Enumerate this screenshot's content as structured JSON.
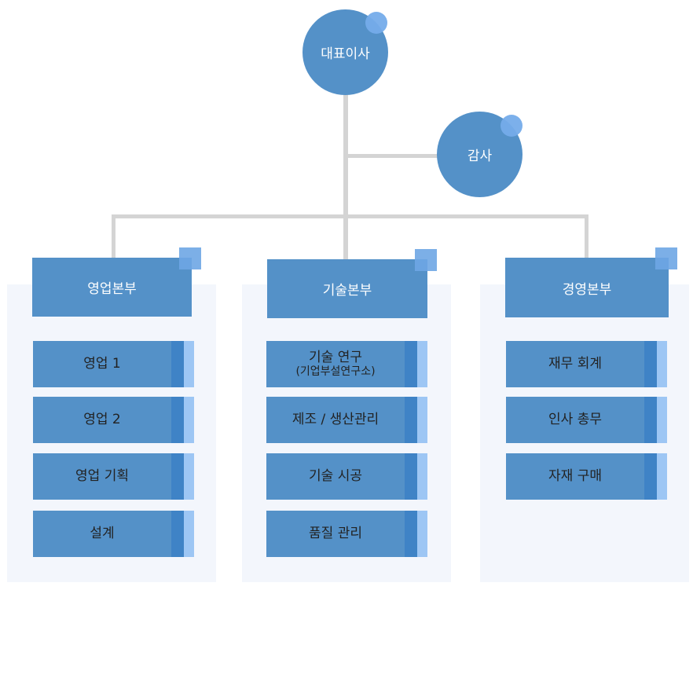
{
  "ceo": {
    "label": "대표이사"
  },
  "auditor": {
    "label": "감사"
  },
  "divisions": [
    {
      "label": "영업본부",
      "items": [
        {
          "label": "영업 1"
        },
        {
          "label": "영업 2"
        },
        {
          "label": "영업 기획"
        },
        {
          "label": "설계"
        }
      ]
    },
    {
      "label": "기술본부",
      "items": [
        {
          "label": "기술 연구",
          "sub": "(기업부설연구소)"
        },
        {
          "label": "제조 / 생산관리"
        },
        {
          "label": "기술 시공"
        },
        {
          "label": "품질 관리"
        }
      ]
    },
    {
      "label": "경영본부",
      "items": [
        {
          "label": "재무 회계"
        },
        {
          "label": "인사 총무"
        },
        {
          "label": "자재 구매"
        }
      ]
    }
  ],
  "colors": {
    "primary": "#5491c8",
    "accent": "#75acea",
    "stripe_dark": "#3f83c6",
    "stripe_light": "#9dc6f4",
    "panel": "#f3f6fc",
    "line": "#d4d4d4"
  }
}
